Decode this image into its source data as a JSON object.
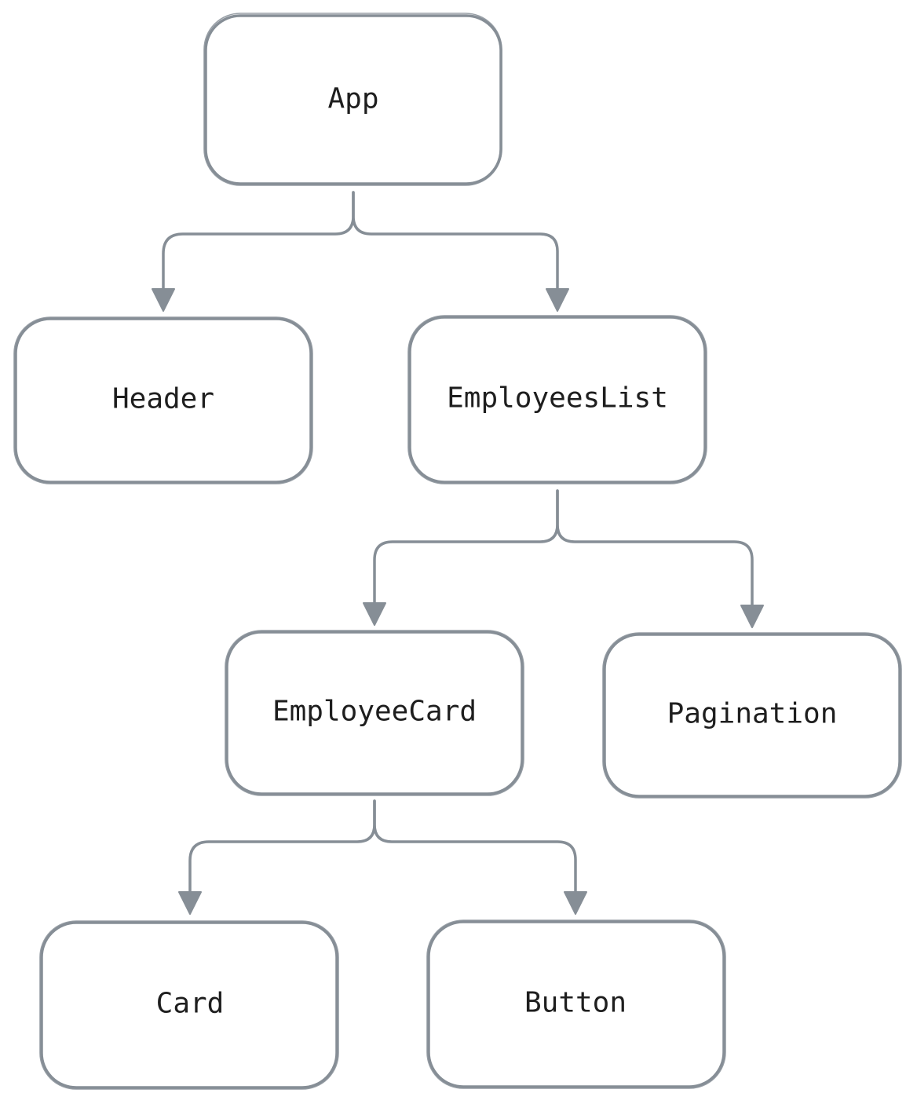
{
  "diagram": {
    "stroke_color": "#868e96",
    "text_color": "#1e1e1e",
    "background": "#ffffff",
    "nodes": [
      {
        "id": "app",
        "label": "App"
      },
      {
        "id": "header",
        "label": "Header"
      },
      {
        "id": "employees-list",
        "label": "EmployeesList"
      },
      {
        "id": "employee-card",
        "label": "EmployeeCard"
      },
      {
        "id": "pagination",
        "label": "Pagination"
      },
      {
        "id": "card",
        "label": "Card"
      },
      {
        "id": "button",
        "label": "Button"
      }
    ],
    "edges": [
      {
        "from": "app",
        "to": "header"
      },
      {
        "from": "app",
        "to": "employees-list"
      },
      {
        "from": "employees-list",
        "to": "employee-card"
      },
      {
        "from": "employees-list",
        "to": "pagination"
      },
      {
        "from": "employee-card",
        "to": "card"
      },
      {
        "from": "employee-card",
        "to": "button"
      }
    ]
  }
}
